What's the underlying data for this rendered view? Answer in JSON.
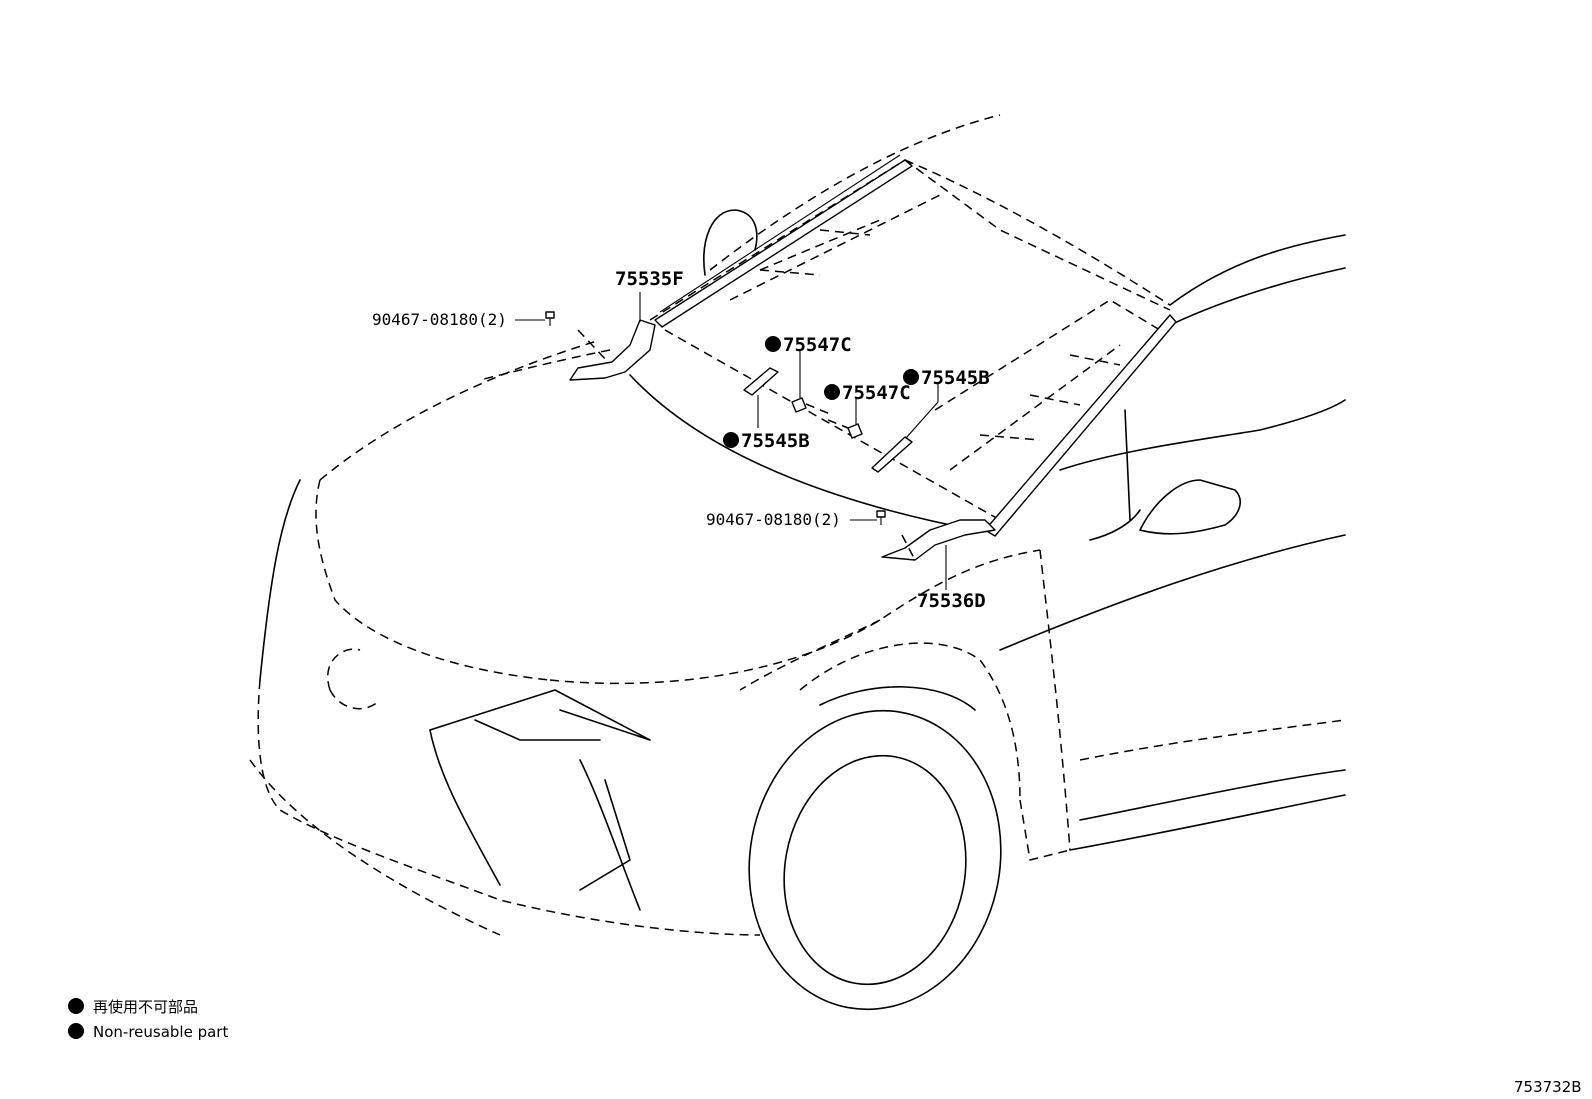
{
  "callouts": {
    "garnish_rh": "75535F",
    "garnish_lh": "75536D",
    "clip_c_upper": "75547C",
    "clip_c_lower": "75547C",
    "clip_b_right": "75545B",
    "clip_b_left": "75545B",
    "screw_upper": "90467-08180(2)",
    "screw_lower": "90467-08180(2)"
  },
  "legend": {
    "japanese": "再使用不可部品",
    "english": "Non-reusable part"
  },
  "figure_id": "753732B"
}
